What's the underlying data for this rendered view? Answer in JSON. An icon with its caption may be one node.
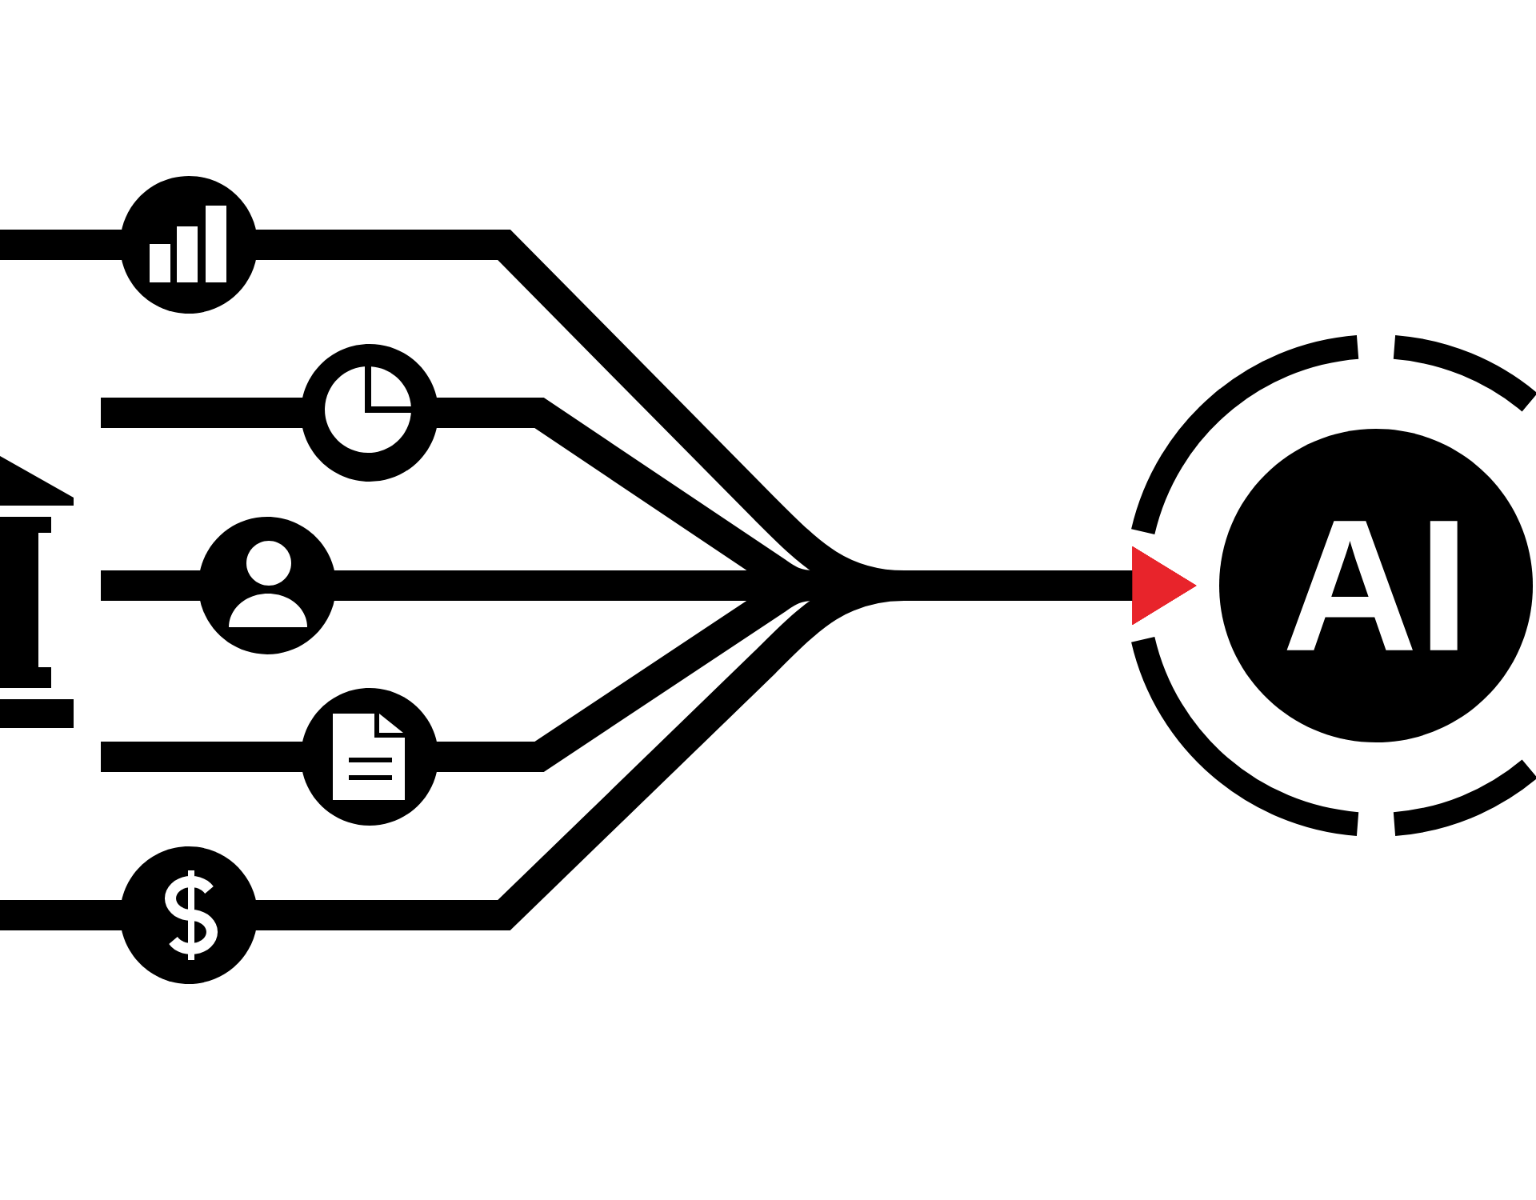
{
  "diagram": {
    "nodes": [
      {
        "text": [],
        "shape": "circle"
      },
      {
        "text": [],
        "shape": "circle"
      },
      {
        "text": [],
        "shape": "circle"
      },
      {
        "text": [],
        "shape": "circle"
      },
      {
        "text": [],
        "shape": "circle"
      },
      {
        "text": [
          "AI"
        ]
      }
    ],
    "edges": [
      {
        "from": null,
        "to": 0,
        "arrow": "none"
      },
      {
        "from": null,
        "to": 1,
        "arrow": "none"
      },
      {
        "from": null,
        "to": 2,
        "arrow": "none"
      },
      {
        "from": null,
        "to": 3,
        "arrow": "none"
      },
      {
        "from": null,
        "to": 4,
        "arrow": "none"
      },
      {
        "from": 0,
        "to": 5,
        "arrow": "to"
      },
      {
        "from": 1,
        "to": 5,
        "arrow": "to"
      },
      {
        "from": 2,
        "to": 5,
        "arrow": "to"
      },
      {
        "from": 3,
        "to": 5,
        "arrow": "to"
      },
      {
        "from": 4,
        "to": 5,
        "arrow": "to"
      }
    ]
  }
}
